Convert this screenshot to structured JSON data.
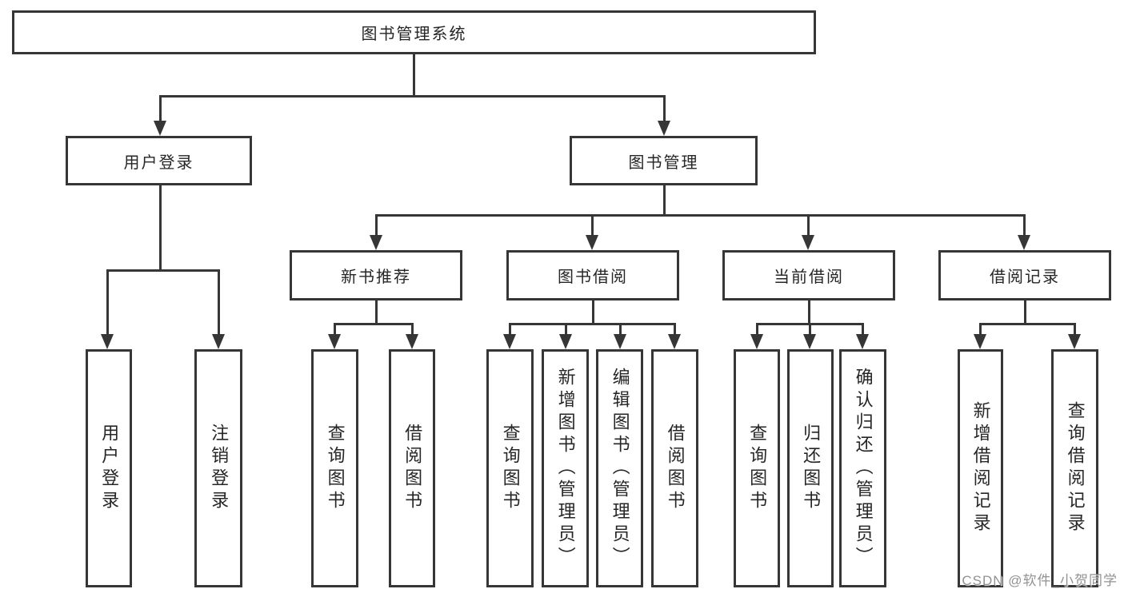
{
  "nodes": {
    "root": {
      "label": "图书管理系统"
    },
    "user_login": {
      "label": "用户登录"
    },
    "book_mgmt": {
      "label": "图书管理"
    },
    "leaf_user_login": {
      "label": "用户登录"
    },
    "leaf_logout": {
      "label": "注销登录"
    },
    "new_books": {
      "label": "新书推荐"
    },
    "book_borrow": {
      "label": "图书借阅"
    },
    "current_borrow": {
      "label": "当前借阅"
    },
    "borrow_records": {
      "label": "借阅记录"
    },
    "nb_query": {
      "label": "查询图书"
    },
    "nb_borrow": {
      "label": "借阅图书"
    },
    "bb_query": {
      "label": "查询图书"
    },
    "bb_add": {
      "label": "新增图书（管理员）"
    },
    "bb_edit": {
      "label": "编辑图书（管理员）"
    },
    "bb_borrow": {
      "label": "借阅图书"
    },
    "cb_query": {
      "label": "查询图书"
    },
    "cb_return": {
      "label": "归还图书"
    },
    "cb_confirm": {
      "label": "确认归还（管理员）"
    },
    "br_add": {
      "label": "新增借阅记录"
    },
    "br_query": {
      "label": "查询借阅记录"
    }
  },
  "watermark": {
    "text": "CSDN @软件_小贺同学"
  },
  "colors": {
    "line": "#363636",
    "text": "#262626",
    "background": "#ffffff",
    "watermark": "#8c8c8c"
  }
}
